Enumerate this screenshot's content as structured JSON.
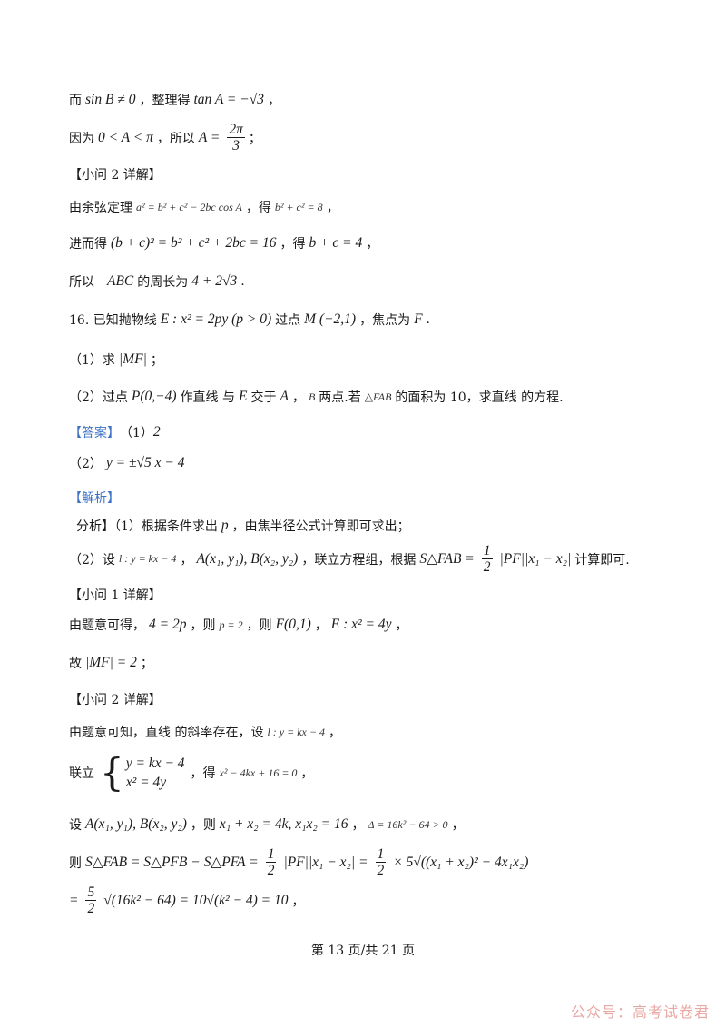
{
  "lines": {
    "l1": {
      "t1": "而",
      "m1": "sin B ≠ 0",
      "t2": "，整理得",
      "m2": "tan A = −√3",
      "t3": "，"
    },
    "l2": {
      "t1": "因为",
      "m1": "0 < A < π",
      "t2": "，所以",
      "m2": "A =",
      "num": "2π",
      "den": "3",
      "t3": "；"
    },
    "l3": {
      "t1": "【小问 2 详解】"
    },
    "l4": {
      "t1": "由余弦定理",
      "m1": "a² = b² + c² − 2bc cos A",
      "t2": "，得",
      "m2": "b² + c² = 8",
      "t3": "，"
    },
    "l5": {
      "t1": "进而得",
      "m1": "(b + c)² = b² + c² + 2bc = 16",
      "t2": "，得",
      "m2": "b + c = 4",
      "t3": "，"
    },
    "l6": {
      "t1": "所以",
      "m1": "ABC",
      "t2": "的周长为",
      "m2": "4 + 2√3",
      "t3": "."
    },
    "l7": {
      "t1": "16. 已知抛物线",
      "m1": "E : x² = 2py (p > 0)",
      "t2": "过点",
      "m2": "M (−2,1)",
      "t3": "，焦点为",
      "m3": "F",
      "t4": "."
    },
    "l8": {
      "t1": "（1）求",
      "m1": "|MF|",
      "t2": "；"
    },
    "l9": {
      "t1": "（2）过点",
      "m1": "P(0,−4)",
      "t2": "作直线  与",
      "m2": "E",
      "t3": "交于",
      "m3": "A",
      "t4": "，",
      "m4": "B",
      "t5": "两点.若",
      "m5": "△FAB",
      "t6": "的面积为 10，求直线  的方程."
    },
    "l10": {
      "t1": "【答案】",
      "t2": "（1）",
      "m1": "2"
    },
    "l11": {
      "t1": "（2）",
      "m1": "y = ±√5 x − 4"
    },
    "l12": {
      "t1": "【解析】"
    },
    "l13": {
      "t1": "分析】（1）根据条件求出",
      "m1": "p",
      "t2": "，由焦半径公式计算即可求出；"
    },
    "l14": {
      "t1": "（2）设",
      "m1": "l : y = kx − 4",
      "t2": "，",
      "m2": "A(x₁, y₁), B(x₂, y₂)",
      "t3": "，联立方程组，根据",
      "m3": "S△FAB =",
      "num": "1",
      "den": "2",
      "m4": "|PF||x₁ − x₂|",
      "t4": "计算即可."
    },
    "l15": {
      "t1": "【小问 1 详解】"
    },
    "l16": {
      "t1": "由题意可得，",
      "m1": "4 = 2p",
      "t2": "，则",
      "m2": "p = 2",
      "t3": "，则",
      "m3": "F(0,1)",
      "t4": "，",
      "m4": "E : x² = 4y",
      "t5": "，"
    },
    "l17": {
      "t1": "故",
      "m1": "|MF| = 2",
      "t2": "；"
    },
    "l18": {
      "t1": "【小问 2 详解】"
    },
    "l19": {
      "t1": "由题意可知，直线  的斜率存在，设",
      "m1": "l : y = kx − 4",
      "t2": "，"
    },
    "l20": {
      "t1": "联立",
      "r1": "y = kx − 4",
      "r2": "x² = 4y",
      "t2": "，得",
      "m1": "x² − 4kx + 16 = 0",
      "t3": "，"
    },
    "l21": {
      "t1": "设",
      "m1": "A(x₁, y₁), B(x₂, y₂)",
      "t2": "，则",
      "m2": "x₁ + x₂ = 4k, x₁x₂ = 16",
      "t3": "，",
      "m3": "Δ = 16k² − 64 > 0",
      "t4": "，"
    },
    "l22": {
      "t1": "则",
      "m1": "S△FAB = S△PFB − S△PFA =",
      "n1": "1",
      "d1": "2",
      "m2": "|PF||x₁ − x₂| =",
      "n2": "1",
      "d2": "2",
      "m3": "× 5√((x₁ + x₂)² − 4x₁x₂)"
    },
    "l23": {
      "m1": "=",
      "num": "5",
      "den": "2",
      "m2": "√(16k² − 64) = 10√(k² − 4) = 10",
      "t1": "，"
    }
  },
  "footer": "第 13 页/共 21 页",
  "watermark": "公众号：高考试卷君",
  "colors": {
    "accent_blue": "#3e72c4",
    "watermark": "#e8a8a4"
  }
}
